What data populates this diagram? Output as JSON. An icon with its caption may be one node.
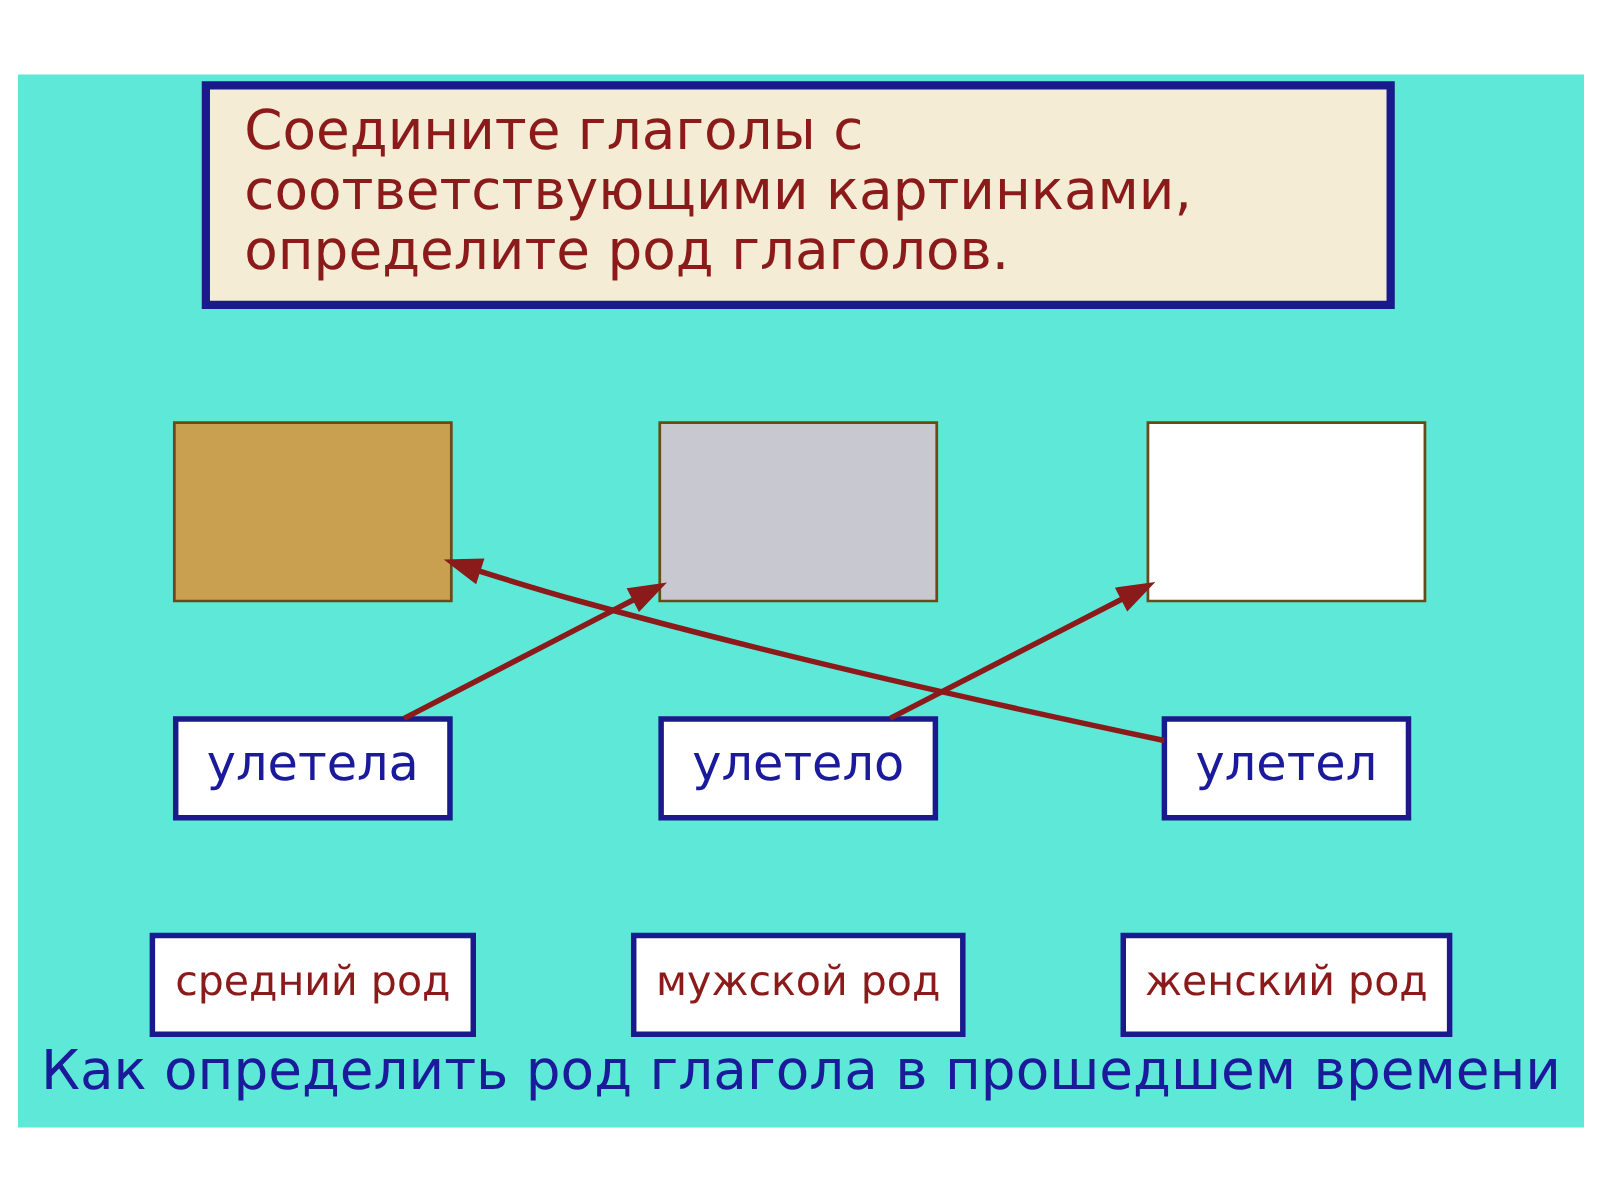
{
  "diagram": {
    "caption": "Как определить род глагола в прошедшем времени",
    "nodes": [
      {
        "text": [
          "Соедините глаголы с соответствующими картинками, определите род глаголов."
        ]
      },
      {
        "text": [],
        "shape": "box"
      },
      {
        "text": [],
        "shape": "box"
      },
      {
        "text": [],
        "shape": "box"
      },
      {
        "text": [
          "улетела"
        ]
      },
      {
        "text": [
          "улетело"
        ]
      },
      {
        "text": [
          "улетел"
        ]
      },
      {
        "text": [
          "средний род"
        ]
      },
      {
        "text": [
          "мужской род"
        ]
      },
      {
        "text": [
          "женский род"
        ]
      }
    ],
    "edges": [
      {
        "from": 4,
        "to": 2,
        "arrow": "to"
      },
      {
        "from": 5,
        "to": 3,
        "arrow": "to"
      },
      {
        "from": 6,
        "to": 1,
        "arrow": "to"
      }
    ]
  }
}
